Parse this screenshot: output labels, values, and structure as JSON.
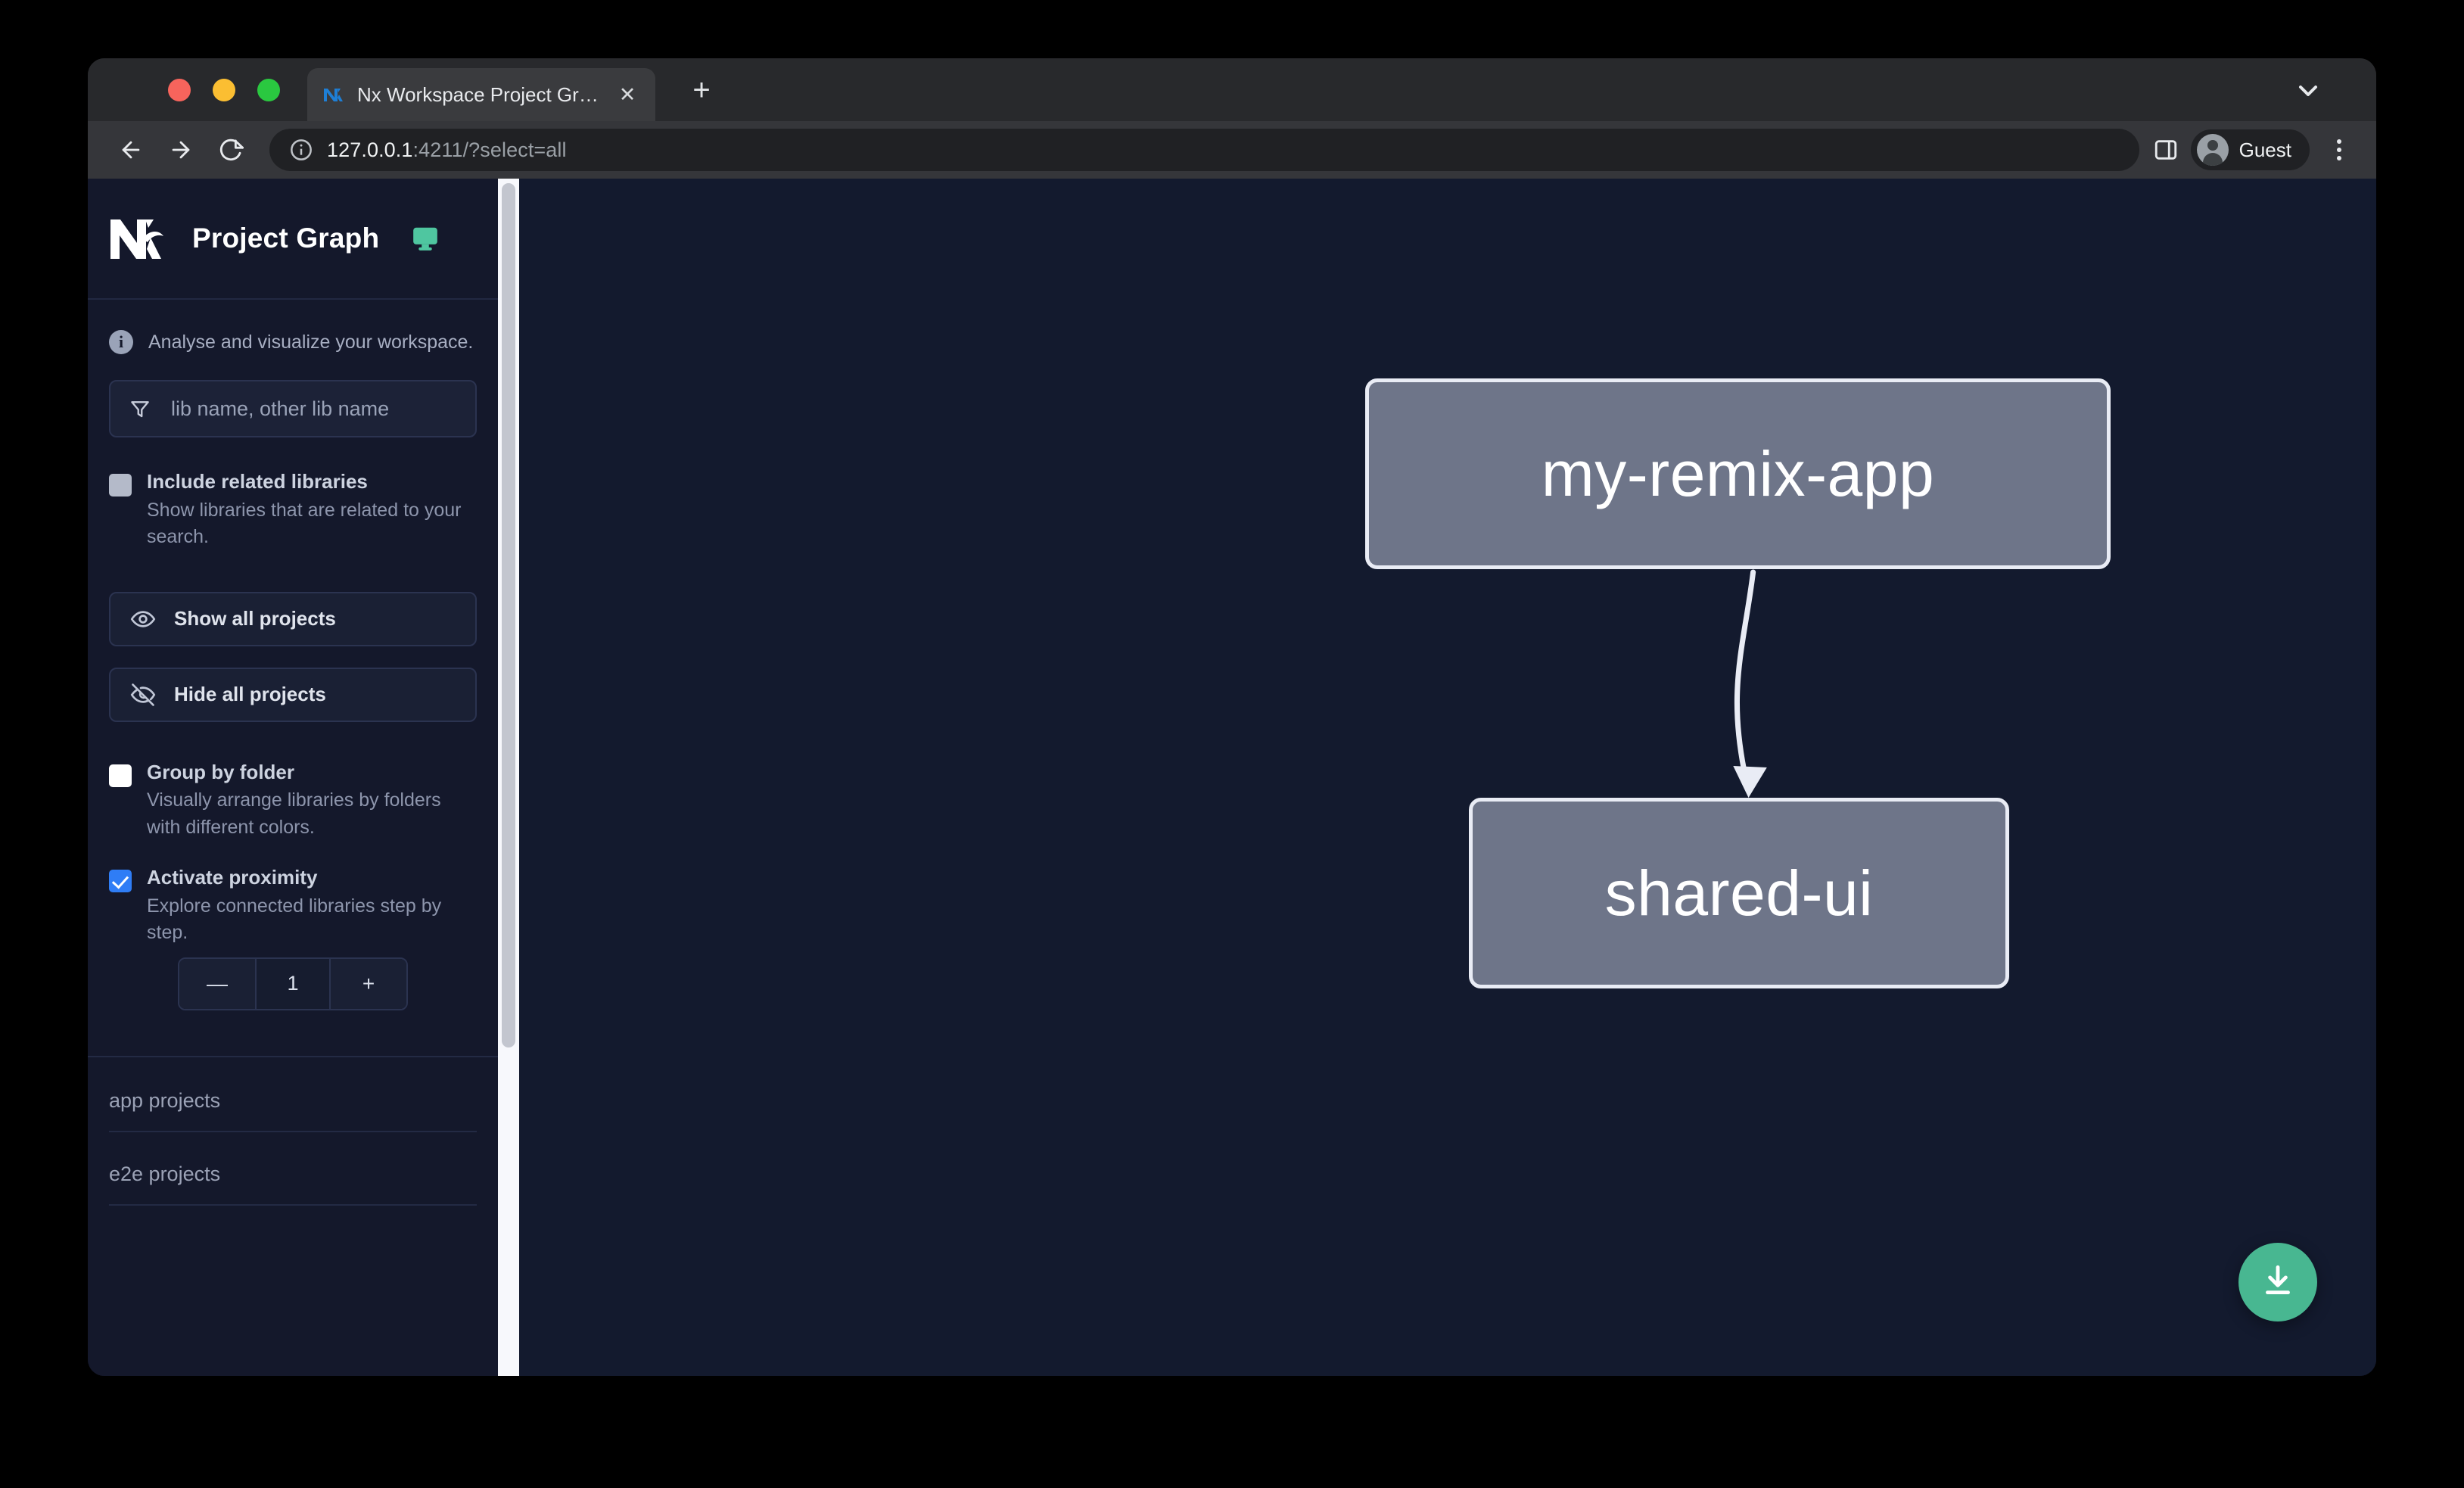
{
  "browser": {
    "tab": {
      "title": "Nx Workspace Project Graph",
      "favicon": "nx-favicon-icon",
      "close_label": "✕"
    },
    "new_tab_label": "+",
    "tabstrip_chevron": "chevron-down-icon",
    "toolbar": {
      "back": "back-arrow-icon",
      "forward": "forward-arrow-icon",
      "reload": "reload-icon",
      "info": "site-info-icon",
      "url_host": "127.0.0.1",
      "url_rest": ":4211/?select=all",
      "url_full": "127.0.0.1:4211/?select=all",
      "side_panel": "side-panel-icon",
      "profile_name": "Guest",
      "menu": "kebab-menu-icon"
    }
  },
  "sidebar": {
    "title": "Project Graph",
    "logo": "nx-logo",
    "monitor_icon": "monitor-icon",
    "tagline": "Analyse and visualize your workspace.",
    "info_glyph": "i",
    "search": {
      "placeholder": "lib name, other lib name",
      "value": "",
      "icon": "filter-funnel-icon"
    },
    "options": [
      {
        "id": "include-related-libraries",
        "label": "Include related libraries",
        "desc": "Show libraries that are related to your search.",
        "checked": false,
        "style": "grey"
      },
      {
        "id": "group-by-folder",
        "label": "Group by folder",
        "desc": "Visually arrange libraries by folders with different colors.",
        "checked": false,
        "style": "white"
      },
      {
        "id": "activate-proximity",
        "label": "Activate proximity",
        "desc": "Explore connected libraries step by step.",
        "checked": true,
        "style": "blue"
      }
    ],
    "buttons": [
      {
        "id": "show-all-projects",
        "label": "Show all projects",
        "icon": "eye-icon"
      },
      {
        "id": "hide-all-projects",
        "label": "Hide all projects",
        "icon": "eye-off-icon"
      }
    ],
    "stepper": {
      "decrement_label": "—",
      "value": "1",
      "increment_label": "+"
    },
    "groups": [
      {
        "id": "app-projects",
        "label": "app projects"
      },
      {
        "id": "e2e-projects",
        "label": "e2e projects"
      }
    ]
  },
  "graph": {
    "nodes": [
      {
        "id": "my-remix-app",
        "label": "my-remix-app"
      },
      {
        "id": "shared-ui",
        "label": "shared-ui"
      }
    ],
    "edges": [
      {
        "from": "my-remix-app",
        "to": "shared-ui"
      }
    ],
    "download_button": {
      "label": "download-icon",
      "color": "#48b791"
    }
  },
  "colors": {
    "accent_green": "#48b791",
    "checkbox_blue": "#2f7df6",
    "node_fill": "#6e7589",
    "node_border": "#e9ecf5",
    "canvas_bg": "#131a2e",
    "sidebar_bg": "#14182b"
  }
}
